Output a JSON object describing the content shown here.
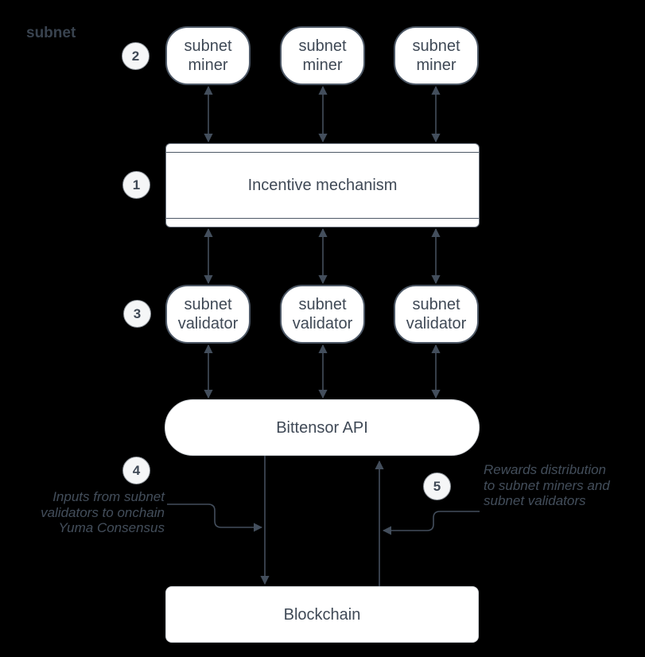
{
  "title": "subnet",
  "colors": {
    "background": "#000000",
    "shape_fill": "#ffffff",
    "node_border": "#4d5866",
    "frame_border": "#69717c",
    "light_border": "#d4d8dc",
    "arrow": "#434e5c",
    "text": "#3f4956",
    "title_text": "#39434f",
    "muted_text": "#434e5b",
    "badge_fill": "#f5f6f7",
    "badge_border": "#8f959c"
  },
  "nodes": {
    "miners": [
      {
        "label": "subnet\nminer"
      },
      {
        "label": "subnet\nminer"
      },
      {
        "label": "subnet\nminer"
      }
    ],
    "incentive": {
      "label": "Incentive mechanism"
    },
    "validators": [
      {
        "label": "subnet\nvalidator"
      },
      {
        "label": "subnet\nvalidator"
      },
      {
        "label": "subnet\nvalidator"
      }
    ],
    "api": {
      "label": "Bittensor API"
    },
    "blockchain": {
      "label": "Blockchain"
    }
  },
  "badges": [
    {
      "label": "1"
    },
    {
      "label": "2"
    },
    {
      "label": "3"
    },
    {
      "label": "4"
    },
    {
      "label": "5"
    }
  ],
  "annotations": {
    "inputs": {
      "text": "Inputs from subnet\nvalidators to onchain\nYuma Consensus"
    },
    "rewards": {
      "text": "Rewards distribution\nto subnet miners and\nsubnet validators"
    }
  }
}
